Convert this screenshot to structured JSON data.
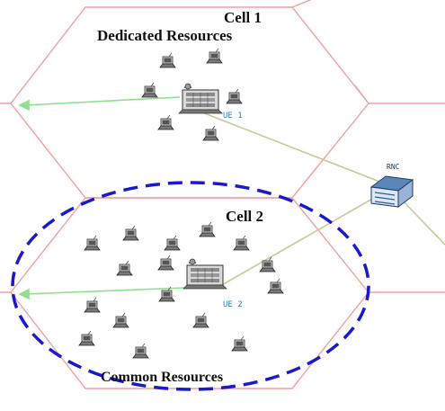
{
  "cells": [
    {
      "title": "Cell 1",
      "subtitle": "Dedicated Resources",
      "ue_label": "UE 1"
    },
    {
      "title": "Cell 2",
      "subtitle": "Common Resources",
      "ue_label": "UE 2"
    }
  ],
  "rnc_label": "RNC",
  "colors": {
    "hex_edge": "#f0a0a0",
    "green_arrow": "#8fe08f",
    "link_line": "#c8c89a",
    "ellipse": "#1a1acc",
    "ue_label": "#2a7fa8"
  },
  "icons": {
    "ue": "laptop-icon",
    "base_station": "base-station-icon",
    "rnc": "rnc-server-icon"
  }
}
